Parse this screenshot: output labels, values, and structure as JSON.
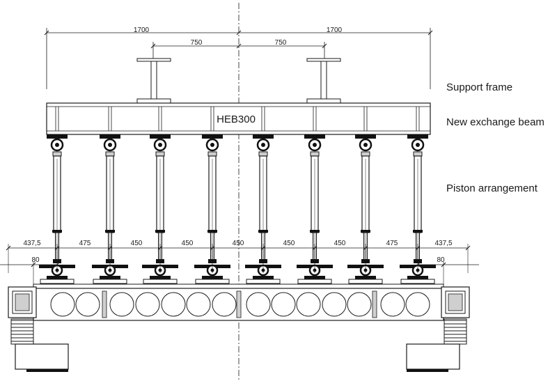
{
  "labels": {
    "support_frame": "Support frame",
    "exchange_beam": "New exchange beam",
    "pistons": "Piston arrangement",
    "beam_profile": "HEB300"
  },
  "dimensions": {
    "top_left": "1700",
    "top_right": "1700",
    "inner_left": "750",
    "inner_right": "750",
    "spacing": [
      "437,5",
      "475",
      "450",
      "450",
      "450",
      "450",
      "450",
      "475",
      "437,5"
    ],
    "edge_left": "80",
    "edge_right": "80"
  },
  "colors": {
    "line": "#1a1a1a",
    "fill_dark": "#111111",
    "fill_mid": "#cfcfcf"
  }
}
